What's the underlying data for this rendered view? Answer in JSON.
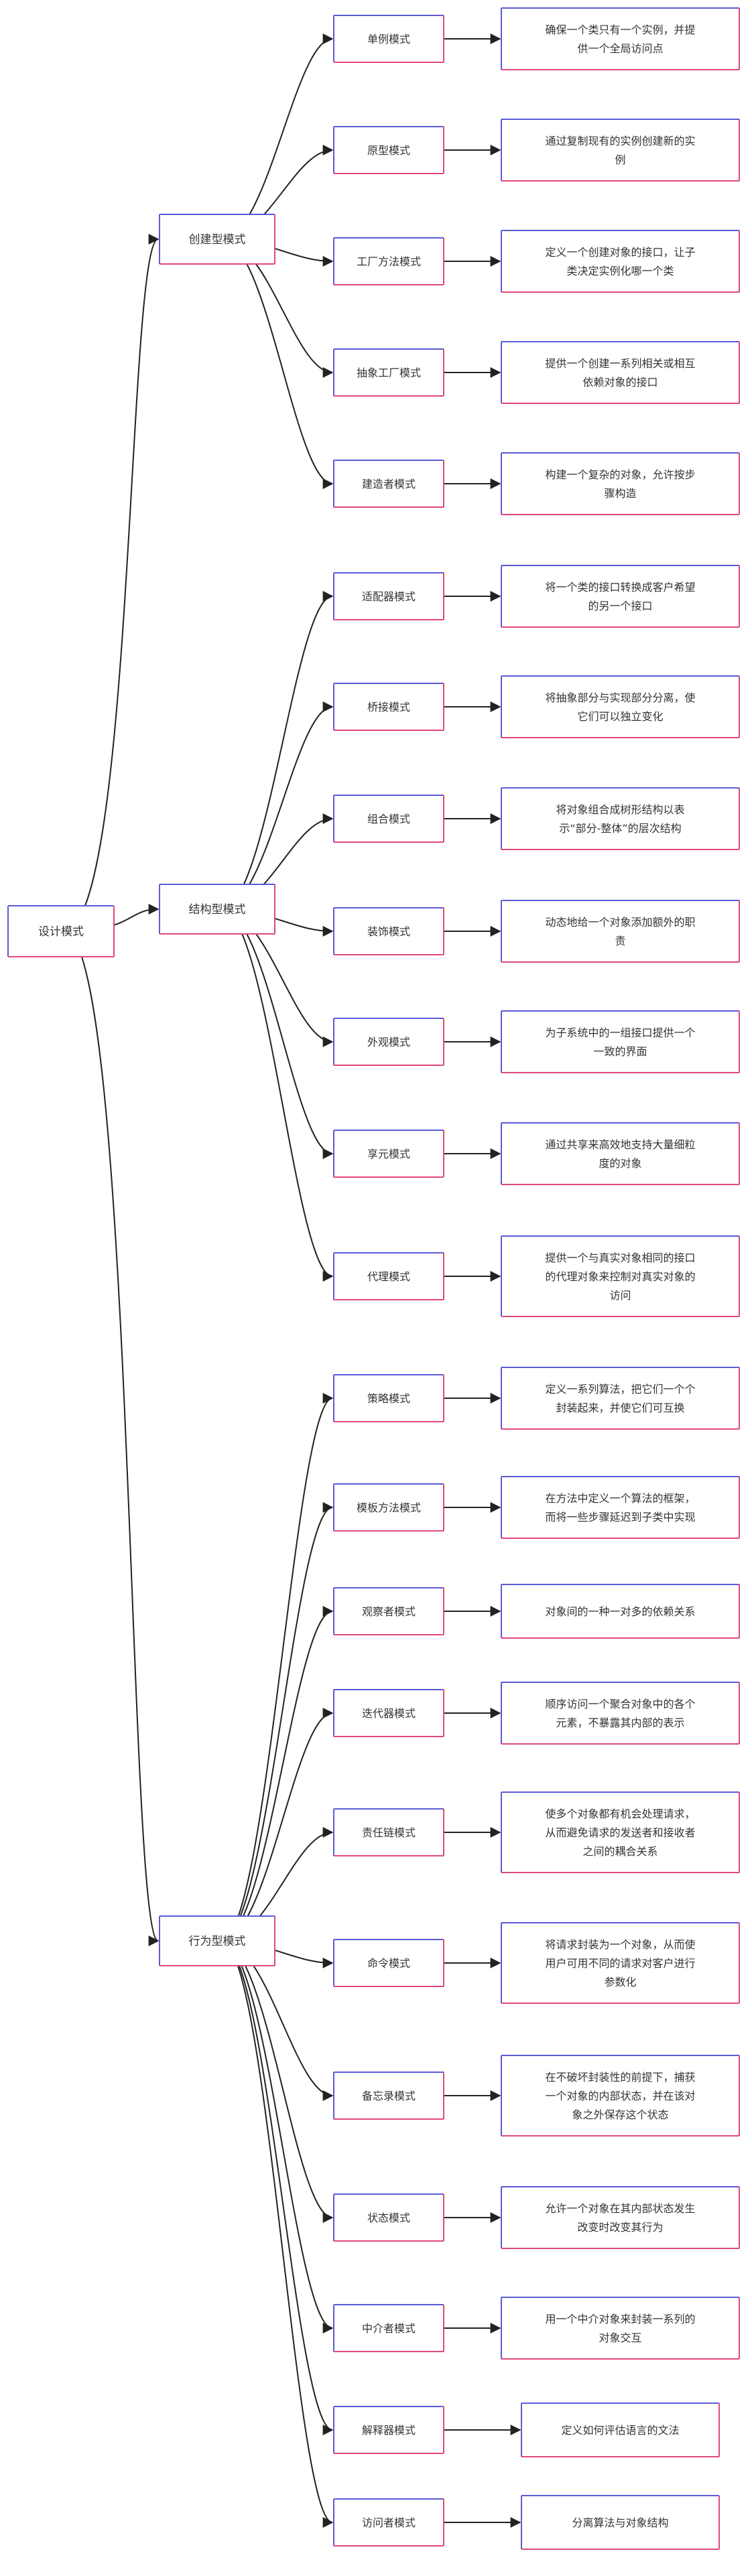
{
  "root": {
    "label": "设计模式"
  },
  "colors": {
    "left_border": "#5b5bd6",
    "right_border": "#e0487a",
    "edge": "#222222",
    "text": "#333333"
  },
  "categories": [
    {
      "label": "创建型模式",
      "patterns": [
        {
          "name": "单例模式",
          "desc": [
            "确保一个类只有一个实例，并提",
            "供一个全局访问点"
          ]
        },
        {
          "name": "原型模式",
          "desc": [
            "通过复制现有的实例创建新的实",
            "例"
          ]
        },
        {
          "name": "工厂方法模式",
          "desc": [
            "定义一个创建对象的接口，让子",
            "类决定实例化哪一个类"
          ]
        },
        {
          "name": "抽象工厂模式",
          "desc": [
            "提供一个创建一系列相关或相互",
            "依赖对象的接口"
          ]
        },
        {
          "name": "建造者模式",
          "desc": [
            "构建一个复杂的对象，允许按步",
            "骤构造"
          ]
        }
      ]
    },
    {
      "label": "结构型模式",
      "patterns": [
        {
          "name": "适配器模式",
          "desc": [
            "将一个类的接口转换成客户希望",
            "的另一个接口"
          ]
        },
        {
          "name": "桥接模式",
          "desc": [
            "将抽象部分与实现部分分离，使",
            "它们可以独立变化"
          ]
        },
        {
          "name": "组合模式",
          "desc": [
            "将对象组合成树形结构以表",
            "示“部分-整体”的层次结构"
          ]
        },
        {
          "name": "装饰模式",
          "desc": [
            "动态地给一个对象添加额外的职",
            "责"
          ]
        },
        {
          "name": "外观模式",
          "desc": [
            "为子系统中的一组接口提供一个",
            "一致的界面"
          ]
        },
        {
          "name": "享元模式",
          "desc": [
            "通过共享来高效地支持大量细粒",
            "度的对象"
          ]
        },
        {
          "name": "代理模式",
          "desc": [
            "提供一个与真实对象相同的接口",
            "的代理对象来控制对真实对象的",
            "访问"
          ]
        }
      ]
    },
    {
      "label": "行为型模式",
      "patterns": [
        {
          "name": "策略模式",
          "desc": [
            "定义一系列算法，把它们一个个",
            "封装起来，并使它们可互换"
          ]
        },
        {
          "name": "模板方法模式",
          "desc": [
            "在方法中定义一个算法的框架，",
            "而将一些步骤延迟到子类中实现"
          ]
        },
        {
          "name": "观察者模式",
          "desc": [
            "对象间的一种一对多的依赖关系"
          ]
        },
        {
          "name": "迭代器模式",
          "desc": [
            "顺序访问一个聚合对象中的各个",
            "元素，不暴露其内部的表示"
          ]
        },
        {
          "name": "责任链模式",
          "desc": [
            "使多个对象都有机会处理请求，",
            "从而避免请求的发送者和接收者",
            "之间的耦合关系"
          ]
        },
        {
          "name": "命令模式",
          "desc": [
            "将请求封装为一个对象，从而使",
            "用户可用不同的请求对客户进行",
            "参数化"
          ]
        },
        {
          "name": "备忘录模式",
          "desc": [
            "在不破坏封装性的前提下，捕获",
            "一个对象的内部状态，并在该对",
            "象之外保存这个状态"
          ]
        },
        {
          "name": "状态模式",
          "desc": [
            "允许一个对象在其内部状态发生",
            "改变时改变其行为"
          ]
        },
        {
          "name": "中介者模式",
          "desc": [
            "用一个中介对象来封装一系列的",
            "对象交互"
          ]
        },
        {
          "name": "解释器模式",
          "desc": [
            "定义如何评估语言的文法"
          ]
        },
        {
          "name": "访问者模式",
          "desc": [
            "分离算法与对象结构"
          ]
        }
      ]
    }
  ]
}
